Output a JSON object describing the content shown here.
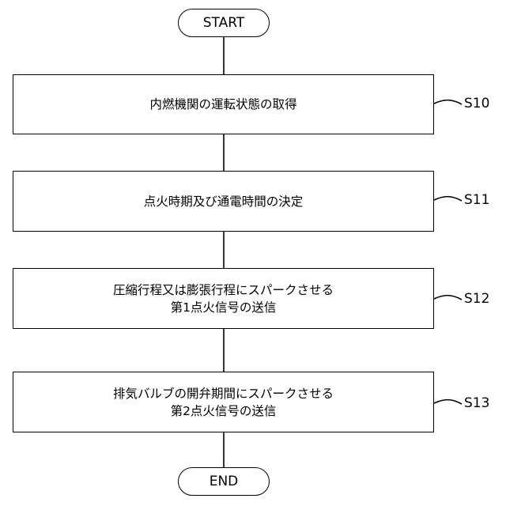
{
  "flowchart": {
    "start": "START",
    "end": "END",
    "steps": [
      {
        "id": "S10",
        "lines": [
          "内燃機関の運転状態の取得"
        ]
      },
      {
        "id": "S11",
        "lines": [
          "点火時期及び通電時間の決定"
        ]
      },
      {
        "id": "S12",
        "lines": [
          "圧縮行程又は膨張行程にスパークさせる",
          "第1点火信号の送信"
        ]
      },
      {
        "id": "S13",
        "lines": [
          "排気バルブの開弁期間にスパークさせる",
          "第2点火信号の送信"
        ]
      }
    ]
  }
}
